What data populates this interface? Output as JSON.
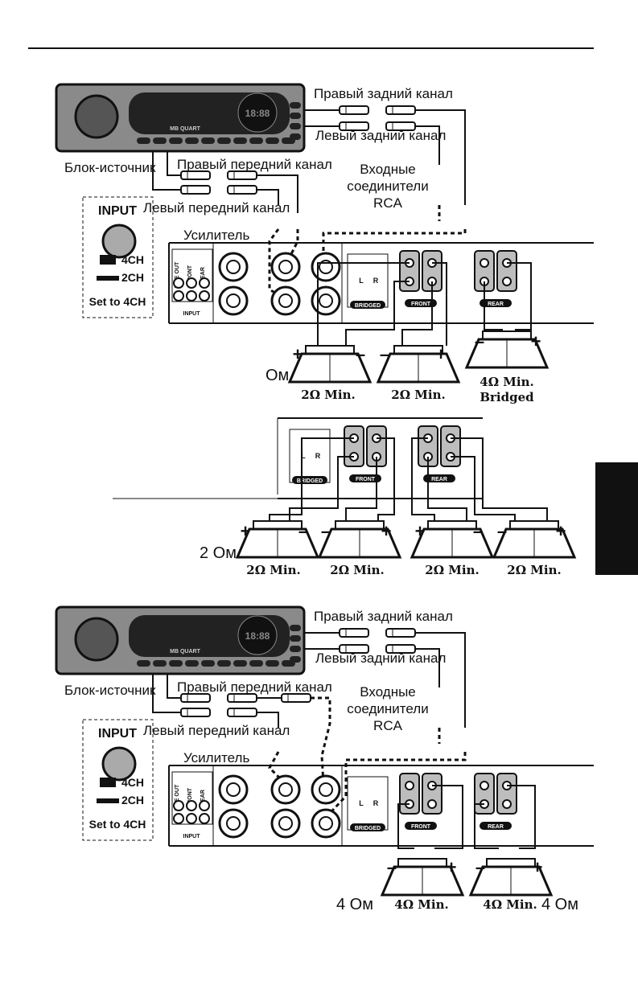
{
  "diagram1": {
    "rear_right": "Правый задний канал",
    "rear_left": "Левый задний канал",
    "source": "Блок-источник",
    "front_right": "Правый передний канал",
    "rca_1": "Входные",
    "rca_2": "соединители",
    "rca_3": "RCA",
    "front_left": "Левый передний канал",
    "amplifier": "Усилитель",
    "input_box": {
      "title": "INPUT",
      "opt_4ch": "4CH",
      "opt_2ch": "2CH",
      "note": "Set to 4CH"
    },
    "ohm_partial": "Ом",
    "speaker_labels": [
      "2Ω Min.",
      "2Ω Min.",
      "4Ω Min."
    ],
    "bridged_label": "Bridged"
  },
  "diagram2": {
    "ohm": "2 Ом",
    "speaker_labels": [
      "2Ω Min.",
      "2Ω Min.",
      "2Ω Min.",
      "2Ω Min."
    ]
  },
  "diagram3": {
    "rear_right": "Правый задний канал",
    "rear_left": "Левый задний канал",
    "source": "Блок-источник",
    "front_right": "Правый передний канал",
    "rca_1": "Входные",
    "rca_2": "соединители",
    "rca_3": "RCA",
    "front_left": "Левый передний канал",
    "amplifier": "Усилитель",
    "input_box": {
      "title": "INPUT",
      "opt_4ch": "4CH",
      "opt_2ch": "2CH",
      "note": "Set to 4CH"
    },
    "ohm_left": "4 Ом",
    "ohm_right": "4 Ом",
    "speaker_labels": [
      "4Ω Min.",
      "4Ω Min."
    ]
  },
  "panel_labels": {
    "line_out": "LINE OUT",
    "front": "FRONT",
    "rear": "REAR",
    "input": "INPUT",
    "bridged": "BRIDGED",
    "r": "R",
    "l": "L"
  },
  "head_unit_brand": "MB QUART",
  "head_unit_clock": "18:88",
  "colors": {
    "ink": "#111111",
    "panel_fill": "#d0d0d0",
    "terminal_fill": "#bdbdbd",
    "tab": "#111111"
  }
}
